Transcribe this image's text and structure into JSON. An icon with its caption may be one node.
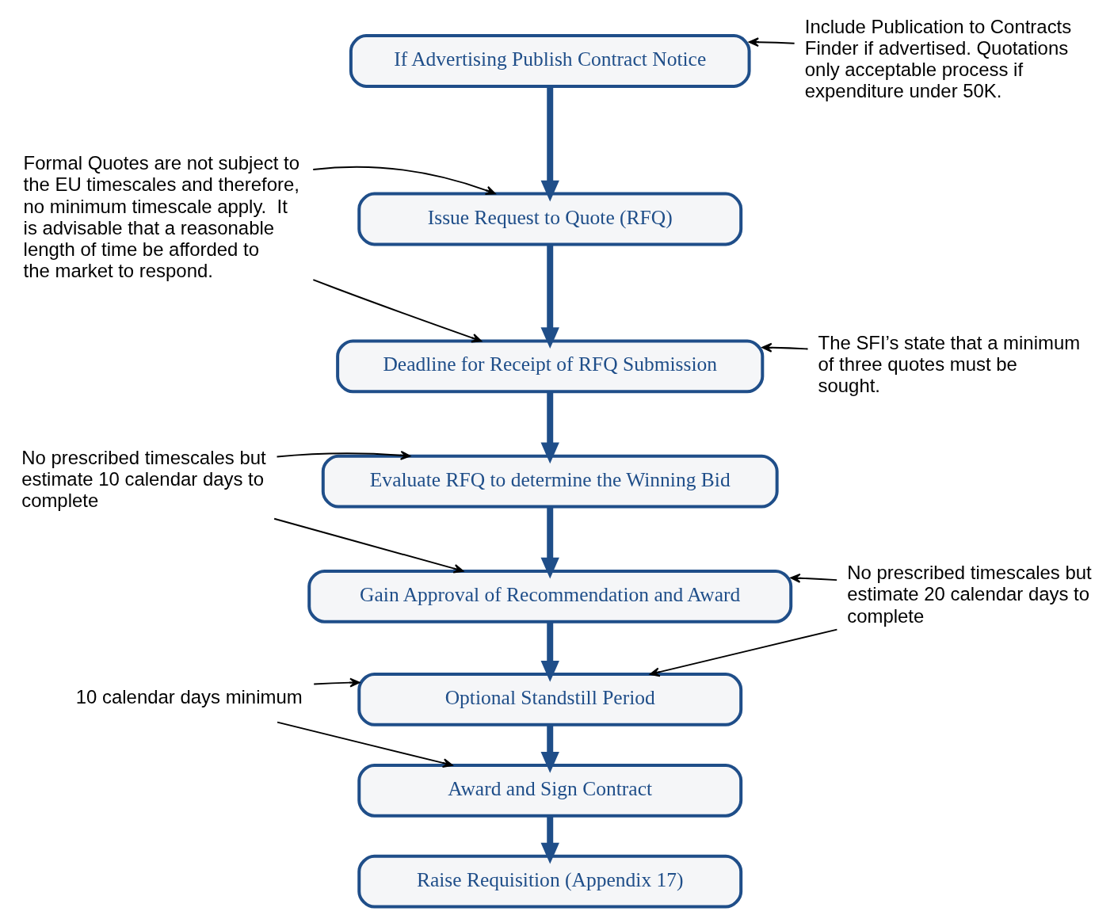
{
  "diagram": {
    "nodes": [
      {
        "text": [
          "If Advertising Publish Contract Notice"
        ]
      },
      {
        "text": [
          "Issue Request to Quote (RFQ)"
        ]
      },
      {
        "text": [
          "Deadline for Receipt of RFQ Submission"
        ]
      },
      {
        "text": [
          "Evaluate RFQ to determine the Winning Bid"
        ]
      },
      {
        "text": [
          "Gain Approval of Recommendation and Award"
        ]
      },
      {
        "text": [
          "Optional Standstill Period"
        ]
      },
      {
        "text": [
          "Award and Sign Contract"
        ]
      },
      {
        "text": [
          "Raise Requisition (Appendix 17)"
        ]
      },
      {
        "text": [
          "Include Publication to Contracts Finder if advertised. Quotations only acceptable process if expenditure under 50K."
        ]
      },
      {
        "text": [
          "The SFI’s state that a minimum of three quotes must be sought."
        ]
      },
      {
        "text": [
          "Formal Quotes are not subject to the EU timescales and therefore, no minimum timescale apply.  It is advisable that a reasonable length of time be afforded to the market to respond."
        ]
      },
      {
        "text": [
          "No prescribed timescales but estimate 10 calendar days to complete"
        ]
      },
      {
        "text": [
          "No prescribed timescales but estimate 20 calendar days to complete"
        ]
      },
      {
        "text": [
          "10 calendar days minimum"
        ]
      }
    ],
    "edges": [
      {
        "from": 0,
        "to": 1,
        "arrow": "to",
        "style": "thick",
        "color": "#1f4e89"
      },
      {
        "from": 1,
        "to": 2,
        "arrow": "to",
        "style": "thick",
        "color": "#1f4e89"
      },
      {
        "from": 2,
        "to": 3,
        "arrow": "to",
        "style": "thick",
        "color": "#1f4e89"
      },
      {
        "from": 3,
        "to": 4,
        "arrow": "to",
        "style": "thick",
        "color": "#1f4e89"
      },
      {
        "from": 4,
        "to": 5,
        "arrow": "to",
        "style": "thick",
        "color": "#1f4e89"
      },
      {
        "from": 5,
        "to": 6,
        "arrow": "to",
        "style": "thick",
        "color": "#1f4e89"
      },
      {
        "from": 6,
        "to": 7,
        "arrow": "to",
        "style": "thick",
        "color": "#1f4e89"
      },
      {
        "from": 8,
        "to": 0,
        "arrow": "to"
      },
      {
        "from": 9,
        "to": 2,
        "arrow": "to"
      },
      {
        "from": 10,
        "to": 1,
        "arrow": "to"
      },
      {
        "from": 10,
        "to": 2,
        "arrow": "to"
      },
      {
        "from": 11,
        "to": 3,
        "arrow": "to"
      },
      {
        "from": 11,
        "to": 4,
        "arrow": "to"
      },
      {
        "from": 12,
        "to": 4,
        "arrow": "to"
      },
      {
        "from": 12,
        "to": 5,
        "arrow": "to"
      },
      {
        "from": 13,
        "to": 5,
        "arrow": "to"
      },
      {
        "from": 13,
        "to": 6,
        "arrow": "to"
      }
    ]
  }
}
